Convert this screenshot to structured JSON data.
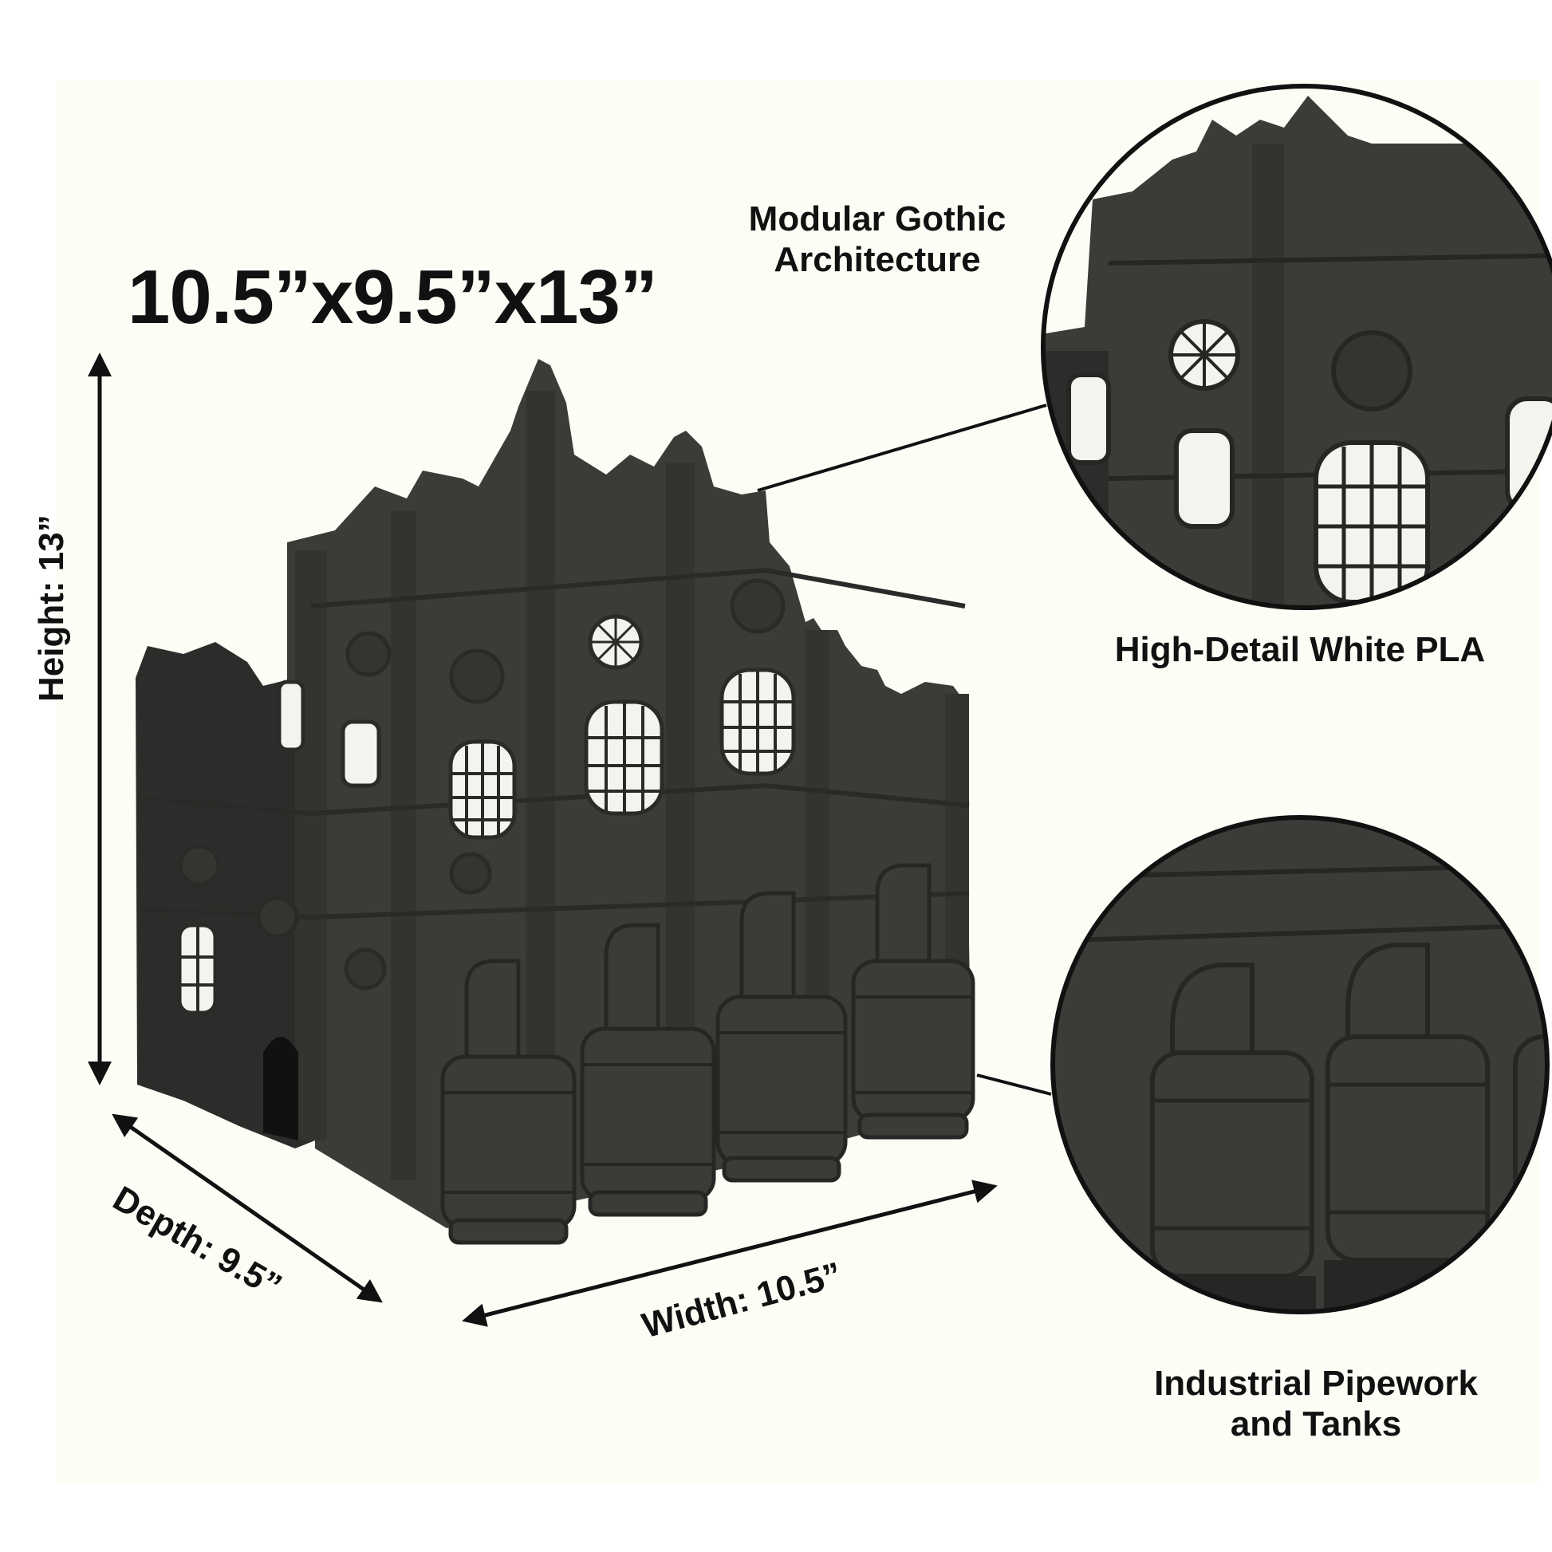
{
  "title": "10.5”x9.5”x13”",
  "dimensions": {
    "height": "Height: 13”",
    "depth": "Depth: 9.5”",
    "width": "Width: 10.5”"
  },
  "features": [
    {
      "line1": "Modular Gothic",
      "line2": "Architecture"
    },
    {
      "line1": "High-Detail White PLA",
      "line2": ""
    },
    {
      "line1": "Industrial Pipework",
      "line2": "and Tanks"
    }
  ],
  "colors": {
    "background": "#fdfdf6",
    "model": "#3b3c38",
    "text": "#111111"
  }
}
